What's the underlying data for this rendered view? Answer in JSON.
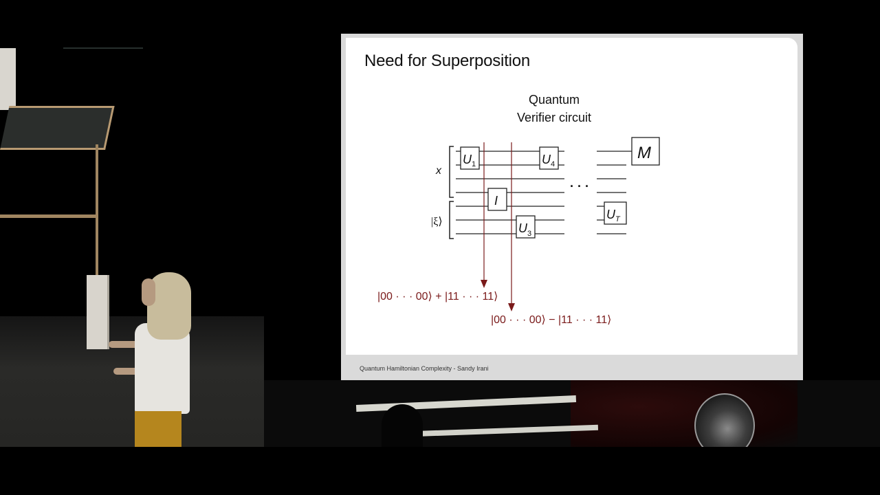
{
  "slide": {
    "title": "Need for Superposition",
    "caption_line1": "Quantum",
    "caption_line2": "Verifier circuit",
    "footer": "Quantum Hamiltonian Complexity - Sandy Irani",
    "circuit": {
      "input_labels": {
        "x": "x",
        "witness": "|ξ⟩"
      },
      "gates": {
        "u1": "U",
        "u1_sub": "1",
        "identity": "I",
        "u3": "U",
        "u3_sub": "3",
        "u4": "U",
        "u4_sub": "4",
        "ut": "U",
        "ut_sub": "T",
        "measure": "M"
      },
      "ellipsis": "· · ·",
      "wire_count": 7,
      "arrow_color": "#7a1a1a"
    },
    "states": {
      "plus_state": "|00 · · · 00⟩ + |11 · · · 11⟩",
      "minus_state": "|00 · · · 00⟩ − |11 · · · 11⟩"
    }
  },
  "colors": {
    "slide_frame": "#dadada",
    "slide_body": "#ffffff",
    "accent_red": "#7a1a1a",
    "background": "#000000"
  }
}
